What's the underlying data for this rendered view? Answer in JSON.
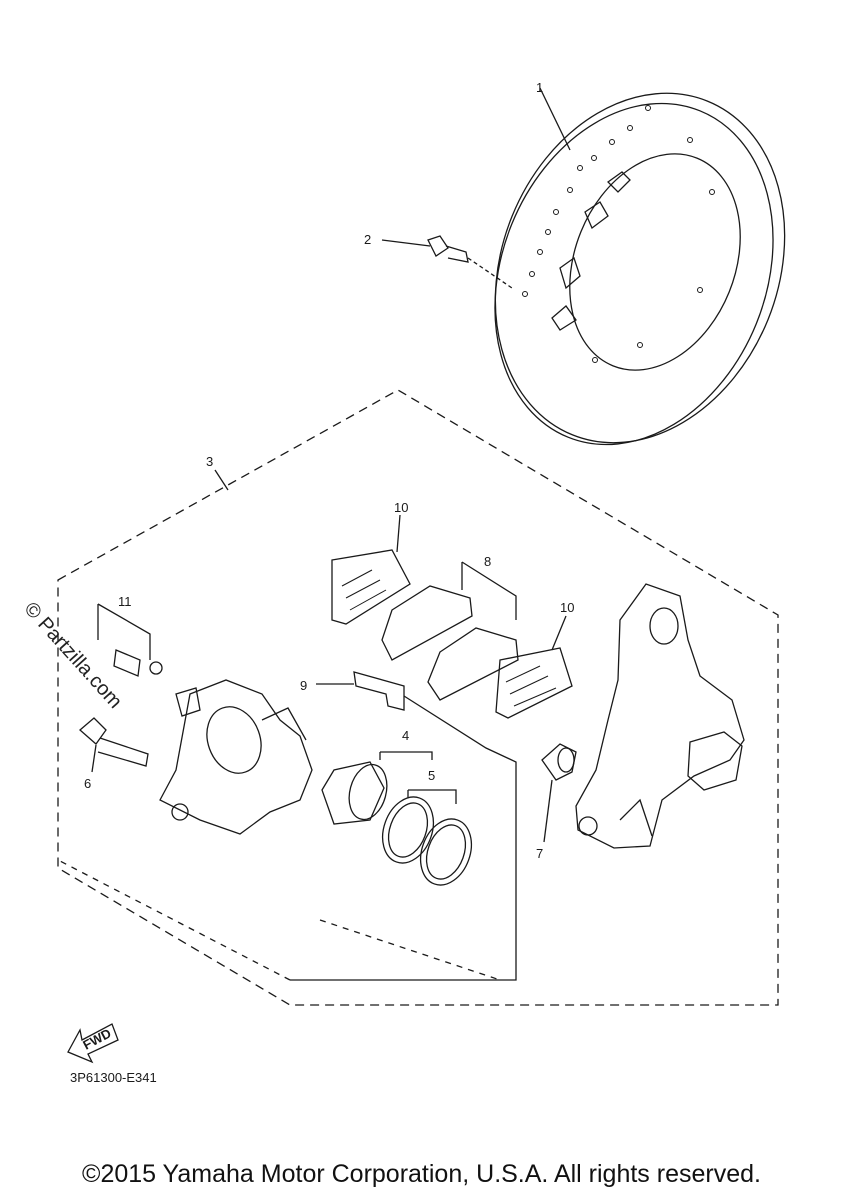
{
  "callouts": {
    "c1": "1",
    "c2": "2",
    "c3": "3",
    "c4": "4",
    "c5": "5",
    "c6": "6",
    "c7": "7",
    "c8": "8",
    "c9": "9",
    "c10a": "10",
    "c10b": "10",
    "c11": "11"
  },
  "fwd_label": "FWD",
  "diagram_code": "3P61300-E341",
  "watermark": "© Partzilla.com",
  "copyright": "©2015 Yamaha Motor Corporation, U.S.A. All rights reserved."
}
